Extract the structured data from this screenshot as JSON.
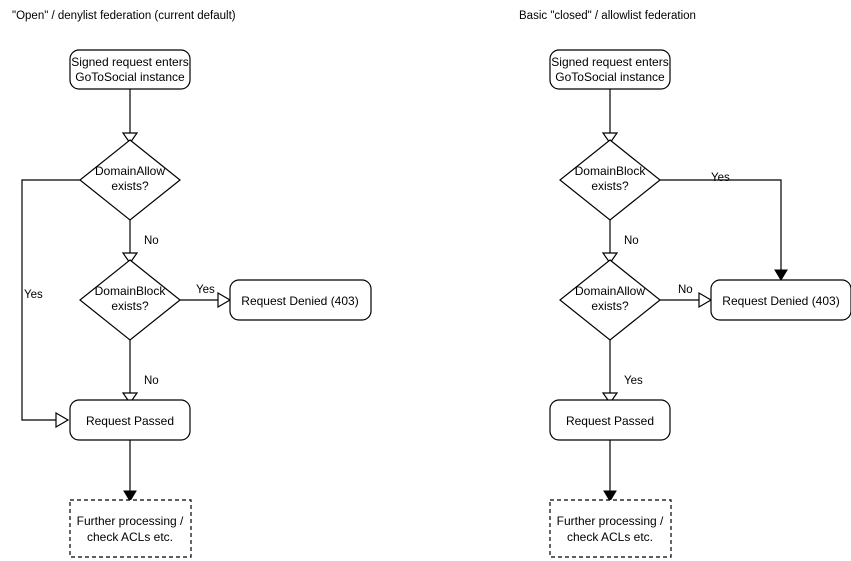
{
  "diagram": {
    "type": "flowchart",
    "title_left": "\"Open\" / denylist federation (current default)",
    "title_right": "Basic \"closed\" / allowlist federation",
    "columns": [
      {
        "id": "denylist",
        "title": "\"Open\" / denylist federation (current default)",
        "nodes": {
          "start_line1": "Signed request enters",
          "start_line2": "GoToSocial instance",
          "decision1_line1": "DomainAllow",
          "decision1_line2": "exists?",
          "decision2_line1": "DomainBlock",
          "decision2_line2": "exists?",
          "denied": "Request Denied (403)",
          "passed": "Request Passed",
          "further_line1": "Further processing /",
          "further_line2": "check ACLs etc."
        },
        "edge_labels": {
          "decision1_yes": "Yes",
          "decision1_no": "No",
          "decision2_yes": "Yes",
          "decision2_no": "No"
        }
      },
      {
        "id": "allowlist",
        "title": "Basic \"closed\" / allowlist federation",
        "nodes": {
          "start_line1": "Signed request enters",
          "start_line2": "GoToSocial instance",
          "decision1_line1": "DomainBlock",
          "decision1_line2": "exists?",
          "decision2_line1": "DomainAllow",
          "decision2_line2": "exists?",
          "denied": "Request Denied (403)",
          "passed": "Request Passed",
          "further_line1": "Further processing /",
          "further_line2": "check ACLs etc."
        },
        "edge_labels": {
          "decision1_yes": "Yes",
          "decision1_no": "No",
          "decision2_no": "No",
          "decision2_yes": "Yes"
        }
      }
    ],
    "colors": {
      "stroke": "#000000",
      "fill": "#ffffff",
      "text": "#000000",
      "background": "#ffffff"
    }
  }
}
